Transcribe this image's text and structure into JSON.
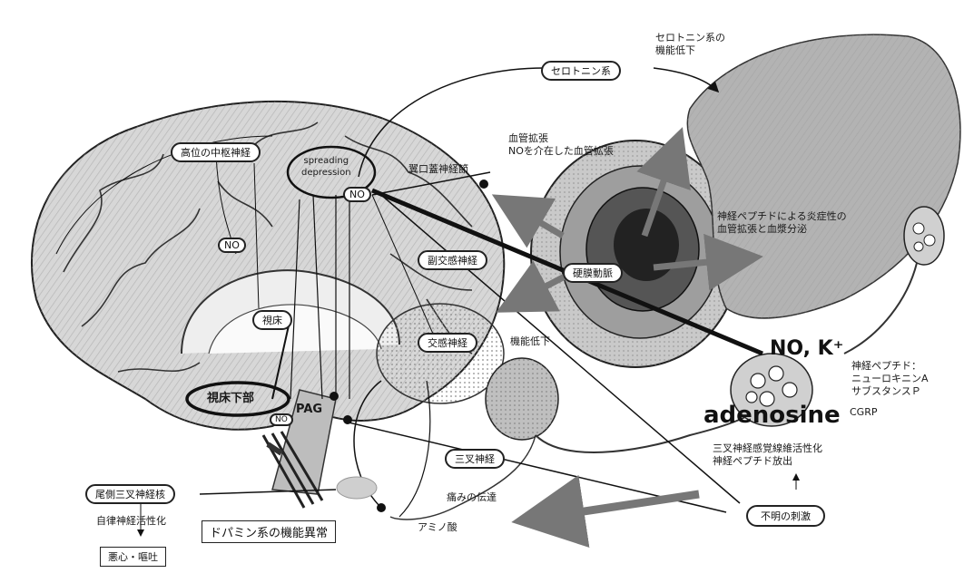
{
  "labels": {
    "serotonin_decline": "セロトニン系の\n機能低下",
    "serotonin": "セロトニン系",
    "vasodilation": "血管拡張\nNOを介在した血管拡張",
    "higher_cns": "高位の中枢神経",
    "spreading": "spreading\ndepression",
    "no1": "NO",
    "no2": "NO",
    "no3": "NO",
    "sphenopalatine": "翼口蓋神経節",
    "neuro_inflam": "神経ペプチドによる炎症性の\n血管拡張と血漿分泌",
    "meningeal": "硬膜動脈",
    "parasympathetic": "副交感神経",
    "thalamus": "視床",
    "sympathetic": "交感神経",
    "hypofunction": "機能低下",
    "no_k": "NO, K⁺",
    "neuropeptides": "神経ペプチド：\nニューロキニンA\nサブスタンスＰ",
    "cgrp": "CGRP",
    "adenosine": "adenosine",
    "hypothalamus": "視床下部",
    "pag": "PAG",
    "trigeminal": "三叉神経",
    "trig_activation": "三叉神経感覚線維活性化\n神経ペプチド放出",
    "pain": "痛みの伝達",
    "caudal_nucleus": "尾側三叉神経核",
    "autonomic": "自律神経活性化",
    "unknown_stimulus": "不明の刺激",
    "dopamine": "ドパミン系の機能異常",
    "amino_acid": "アミノ酸",
    "nausea": "悪心・嘔吐"
  }
}
